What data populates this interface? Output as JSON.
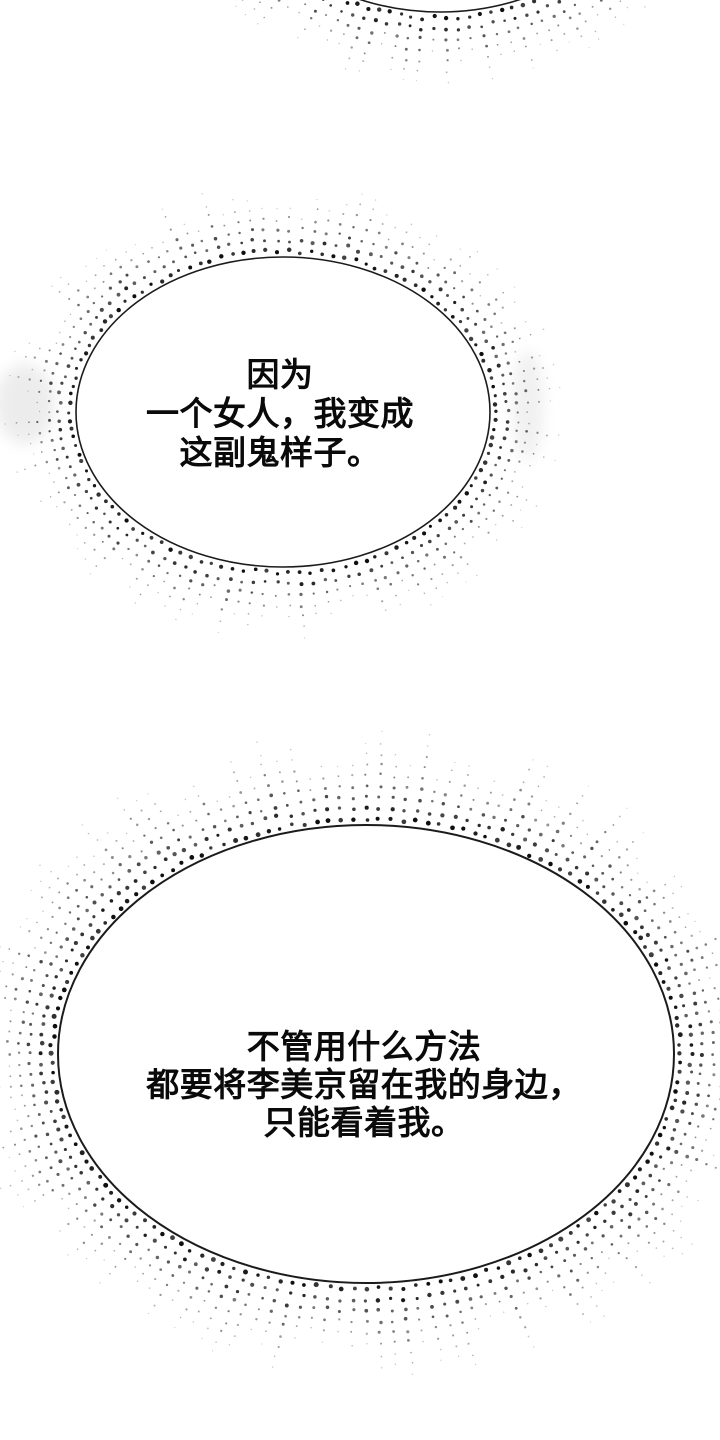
{
  "page": {
    "kind": "comic-panel",
    "background": "#ffffff"
  },
  "colors": {
    "ink": "#0f0f0f",
    "bubble_fill": "#ffffff",
    "bubble_outline": "#1b1b1b",
    "smudge": "#e4e4e4"
  },
  "bubbles": [
    {
      "name": "top-bubble-partial",
      "lines": []
    },
    {
      "name": "middle-speech-bubble",
      "lines": [
        "因为",
        "一个女人，我变成",
        "这副鬼样子。"
      ]
    },
    {
      "name": "bottom-speech-bubble",
      "lines": [
        "不管用什么方法",
        "都要将李美京留在我的身边，",
        "只能看着我。"
      ]
    }
  ]
}
